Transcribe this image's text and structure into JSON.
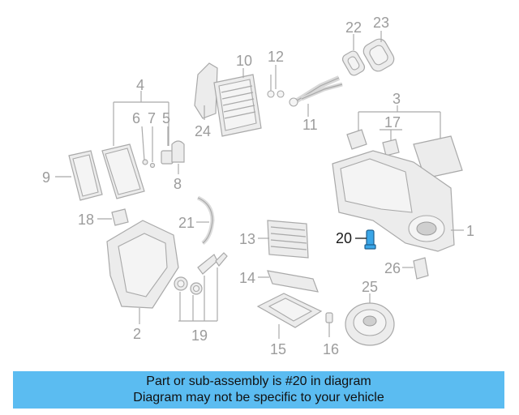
{
  "diagram": {
    "callouts": {
      "c1": "1",
      "c2": "2",
      "c3": "3",
      "c4": "4",
      "c5": "5",
      "c6": "6",
      "c7": "7",
      "c8": "8",
      "c9": "9",
      "c10": "10",
      "c11": "11",
      "c12": "12",
      "c13": "13",
      "c14": "14",
      "c15": "15",
      "c16": "16",
      "c17": "17",
      "c18": "18",
      "c19": "19",
      "c20": "20",
      "c21": "21",
      "c22": "22",
      "c23": "23",
      "c24": "24",
      "c25": "25",
      "c26": "26"
    },
    "highlight_color": "#3aa6e8"
  },
  "footer": {
    "line1": "Part or sub-assembly is #20 in diagram",
    "line2": "Diagram may not be specific to your vehicle",
    "background": "#5bbcf1"
  }
}
